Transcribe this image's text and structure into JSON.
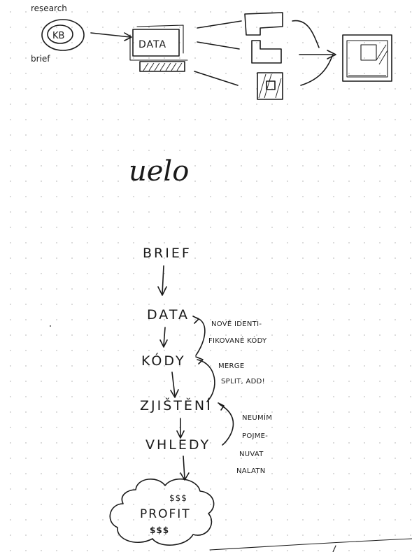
{
  "top_sketch": {
    "label_research": "research",
    "label_brief": "brief",
    "circle_label": "KB",
    "data_box_label": "DATA"
  },
  "scribble": "uelo",
  "flow": {
    "steps": [
      "BRIEF",
      "DATA",
      "KÓDY",
      "ZJIŠTĚNÍ",
      "VHLEDY"
    ],
    "annotations": {
      "data_codes": [
        "NOVĚ IDENTI-",
        "FIKOVANÉ KÓDY"
      ],
      "codes_findings": [
        "MERGE",
        "SPLIT, ADD!"
      ],
      "findings_insights": [
        "NEUMÍM",
        "POJME-",
        "NUVAT",
        "NALATN"
      ]
    },
    "cloud": [
      "$$$",
      "PROFIT",
      "$$$"
    ]
  },
  "colors": {
    "ink": "#1a1a1a",
    "paper": "#ffffff",
    "dots": "#d4d4d4"
  }
}
